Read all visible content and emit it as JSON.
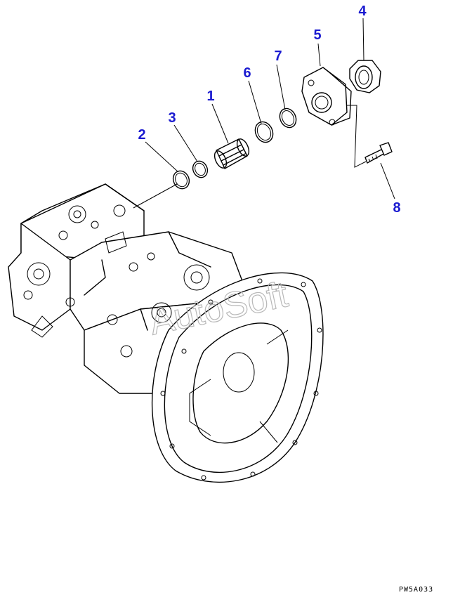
{
  "callouts": [
    {
      "id": "1",
      "label": "1"
    },
    {
      "id": "2",
      "label": "2"
    },
    {
      "id": "3",
      "label": "3"
    },
    {
      "id": "4",
      "label": "4"
    },
    {
      "id": "5",
      "label": "5"
    },
    {
      "id": "6",
      "label": "6"
    },
    {
      "id": "7",
      "label": "7"
    },
    {
      "id": "8",
      "label": "8"
    }
  ],
  "watermark": "AutoSoft",
  "drawing_code": "PW5A033",
  "colors": {
    "callout": "#1a1ad0",
    "line": "#000000",
    "watermark": "#b8b8b8"
  }
}
